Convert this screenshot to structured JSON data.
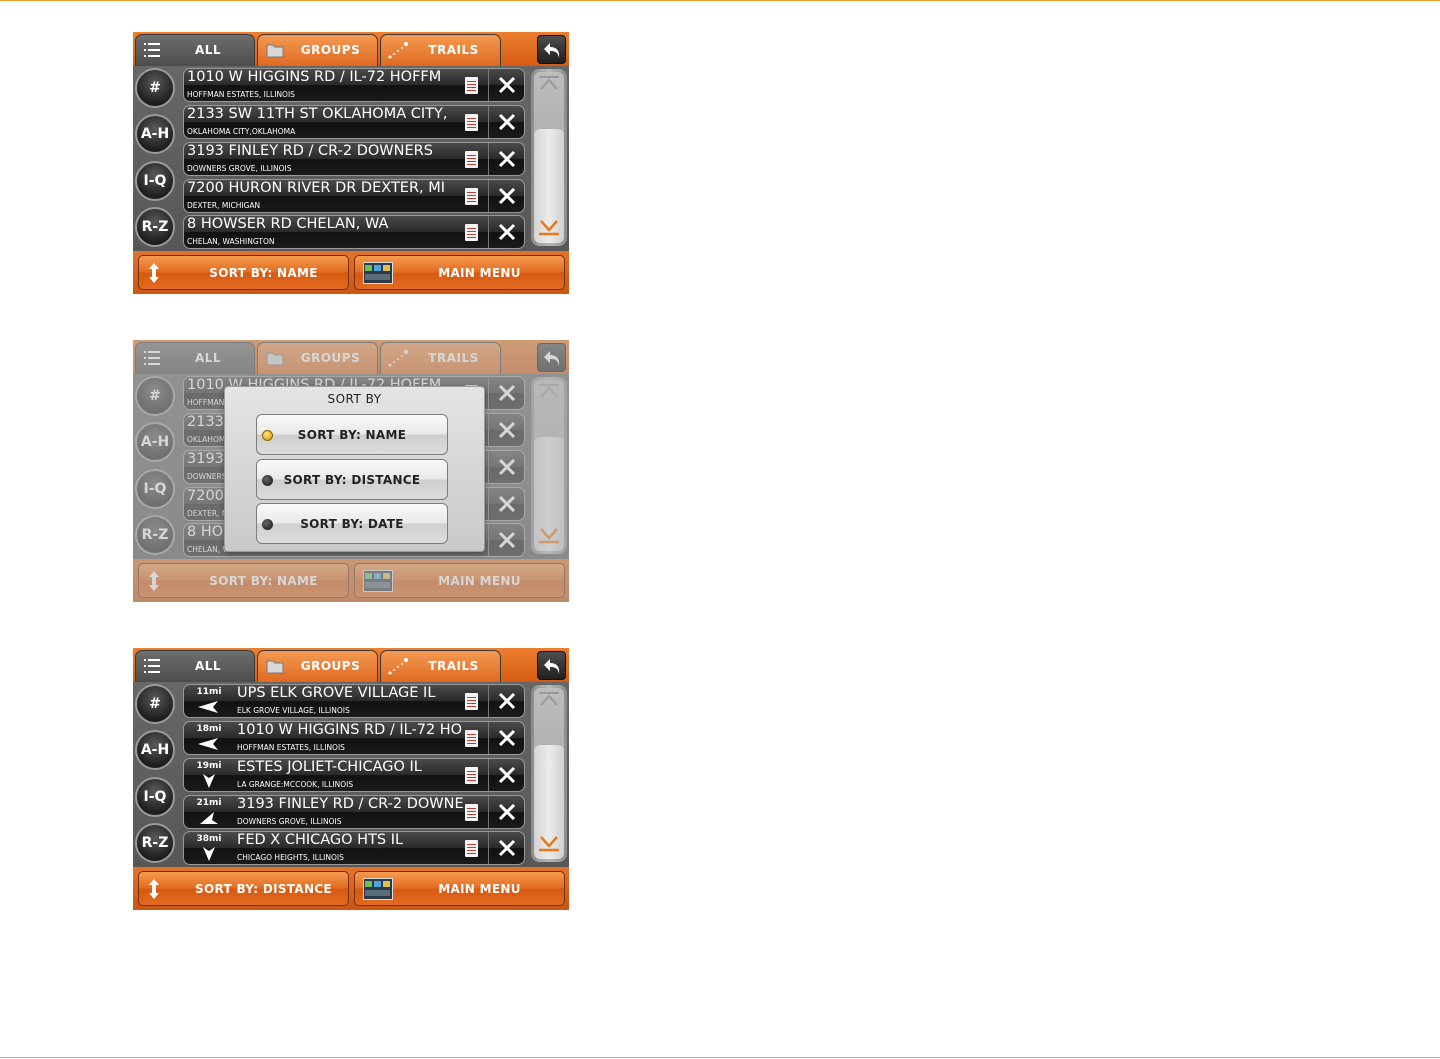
{
  "colors": {
    "accent": "#f0a030",
    "tab_orange": "#e26d22",
    "dark": "#1e1e1e"
  },
  "tabs": {
    "all": "ALL",
    "groups": "GROUPS",
    "trails": "TRAILS"
  },
  "alpha": [
    "#",
    "A-H",
    "I-Q",
    "R-Z"
  ],
  "bottom": {
    "sort_name": "SORT BY: NAME",
    "sort_distance": "SORT BY: DISTANCE",
    "main_menu": "MAIN MENU"
  },
  "screen1": {
    "rows": [
      {
        "address": "1010 W HIGGINS RD / IL-72 HOFFM",
        "city": "HOFFMAN ESTATES, ILLINOIS"
      },
      {
        "address": "2133 SW 11TH ST OKLAHOMA CITY,",
        "city": "OKLAHOMA CITY,OKLAHOMA"
      },
      {
        "address": "3193 FINLEY RD / CR-2 DOWNERS",
        "city": "DOWNERS GROVE, ILLINOIS"
      },
      {
        "address": "7200 HURON RIVER DR DEXTER, MI",
        "city": "DEXTER, MICHIGAN"
      },
      {
        "address": "8 HOWSER RD CHELAN, WA",
        "city": "CHELAN, WASHINGTON"
      }
    ]
  },
  "dialog": {
    "title": "SORT BY",
    "options": [
      "SORT BY: NAME",
      "SORT BY: DISTANCE",
      "SORT BY: DATE"
    ],
    "selected": "SORT BY: NAME"
  },
  "screen3": {
    "rows": [
      {
        "miles": "11mi",
        "direction": "left",
        "address": "UPS ELK GROVE VILLAGE IL",
        "city": "ELK GROVE VILLAGE, ILLINOIS"
      },
      {
        "miles": "18mi",
        "direction": "left",
        "address": "1010 W HIGGINS RD / IL-72 HO",
        "city": "HOFFMAN ESTATES, ILLINOIS"
      },
      {
        "miles": "19mi",
        "direction": "down",
        "address": "ESTES JOLIET-CHICAGO IL",
        "city": "LA GRANGE:MCCOOK, ILLINOIS"
      },
      {
        "miles": "21mi",
        "direction": "up-left",
        "address": "3193 FINLEY RD / CR-2 DOWNE",
        "city": "DOWNERS GROVE, ILLINOIS"
      },
      {
        "miles": "38mi",
        "direction": "down",
        "address": "FED X CHICAGO HTS IL",
        "city": "CHICAGO HEIGHTS, ILLINOIS"
      }
    ]
  },
  "icons": {
    "tab_all": "list-icon",
    "tab_groups": "folder-icon",
    "tab_trails": "trail-icon",
    "back": "back-arrow-icon",
    "sort": "sort-updown-icon",
    "menu": "map-thumbnail-icon",
    "note": "note-icon",
    "delete": "close-icon"
  }
}
